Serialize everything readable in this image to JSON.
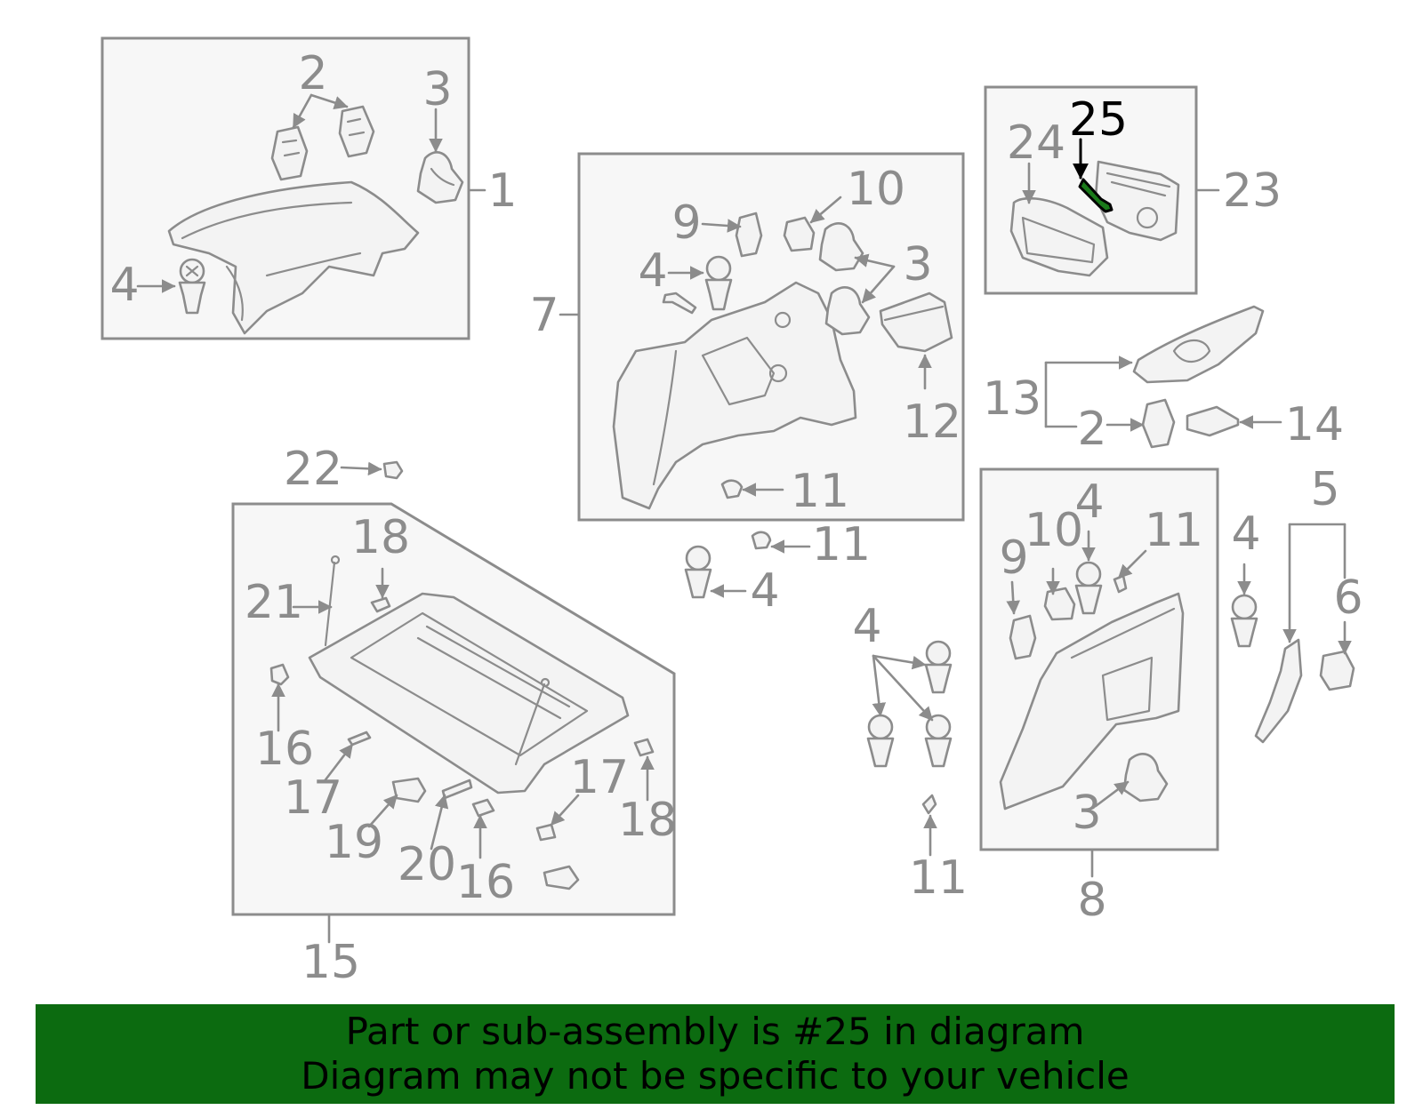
{
  "colors": {
    "line_gray": "#8c8c8c",
    "box_fill": "#f7f7f7",
    "highlight_text": "#000000",
    "highlight_part": "#1a7a1a",
    "banner_bg": "#0c6b10"
  },
  "highlighted_part": "25",
  "labels": {
    "l1": "1",
    "l2a": "2",
    "l2b": "2",
    "l3a": "3",
    "l3b": "3",
    "l3c": "3",
    "l4a": "4",
    "l4b": "4",
    "l4c": "4",
    "l4d": "4",
    "l4e": "4",
    "l4f": "4",
    "l5": "5",
    "l6": "6",
    "l7": "7",
    "l8": "8",
    "l9a": "9",
    "l9b": "9",
    "l10a": "10",
    "l10b": "10",
    "l11a": "11",
    "l11b": "11",
    "l11c": "11",
    "l11d": "11",
    "l12": "12",
    "l13": "13",
    "l14": "14",
    "l15": "15",
    "l16a": "16",
    "l16b": "16",
    "l17a": "17",
    "l17b": "17",
    "l18a": "18",
    "l18b": "18",
    "l19": "19",
    "l20": "20",
    "l21": "21",
    "l22": "22",
    "l23": "23",
    "l24": "24",
    "l25": "25"
  },
  "banner": {
    "line1": "Part or sub-assembly is #25 in diagram",
    "line2": "Diagram may not be specific to your vehicle"
  }
}
